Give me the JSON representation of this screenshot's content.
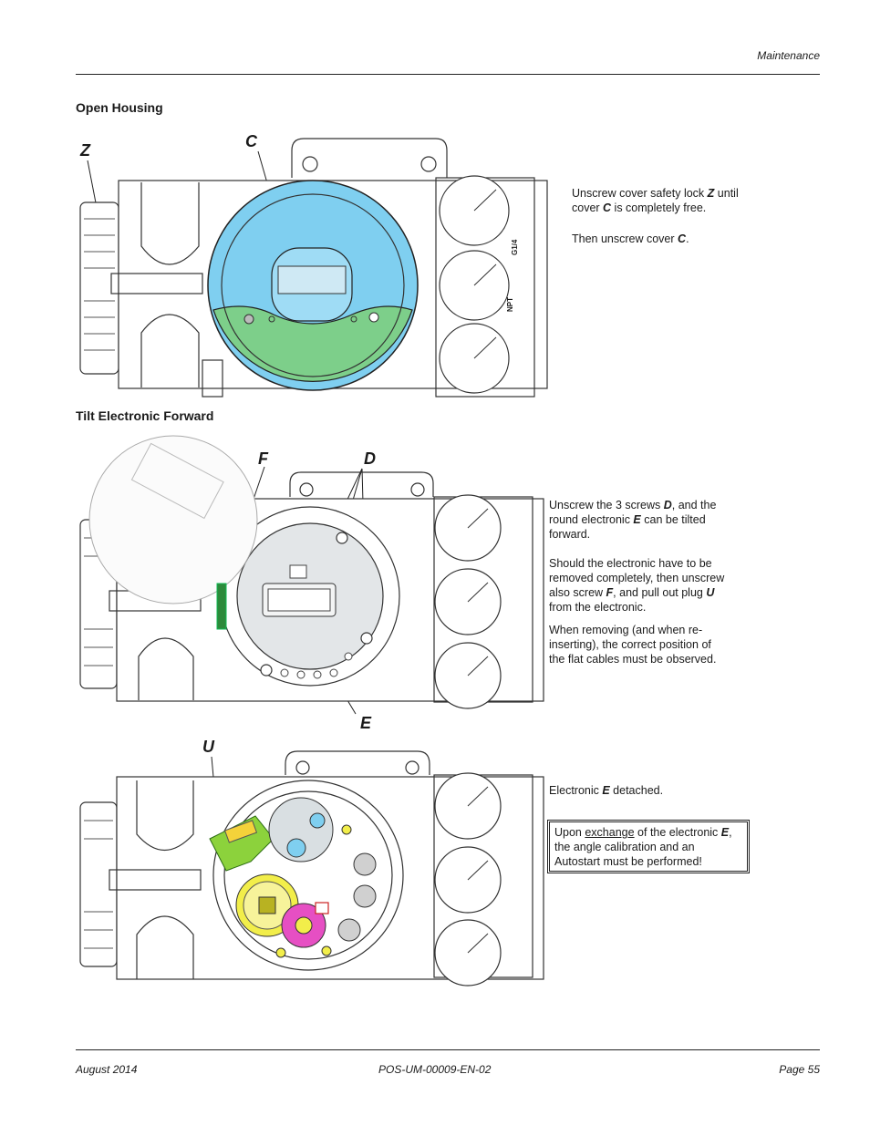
{
  "header": {
    "section": "Maintenance"
  },
  "steps": [
    {
      "heading": "Open Housing",
      "labels": {
        "z": "Z",
        "c": "C"
      },
      "text": [
        [
          "Unscrew cover safety lock ",
          "Z",
          " until"
        ],
        [
          "cover ",
          "C",
          " is completely free."
        ],
        [],
        [
          "Then unscrew cover ",
          "C",
          "."
        ]
      ]
    },
    {
      "heading": "Tilt Electronic Forward",
      "labels": {
        "f": "F",
        "d": "D",
        "e": "E"
      },
      "para1": {
        "l1a": "Unscrew the 3 screws ",
        "l1b": "D",
        "l1c": ", and the",
        "l2a": "round electronic ",
        "l2b": "E",
        "l2c": " can be tilted",
        "l3": "forward."
      },
      "para2": {
        "l1": "Should the electronic have to be",
        "l2": "removed completely, then unscrew",
        "l3a": "also screw ",
        "l3b": "F",
        "l3c": ", and pull out plug ",
        "l3d": "U",
        "l4": "from the electronic."
      },
      "para3": {
        "l1": "When removing (and when re-",
        "l2": "inserting), the correct position of",
        "l3": "the flat cables must be observed."
      }
    },
    {
      "labels": {
        "u": "U"
      },
      "detached": {
        "a": "Electronic ",
        "b": "E",
        "c": " detached."
      },
      "notice": {
        "a": "Upon ",
        "b": "exchange",
        "c": " of the electronic ",
        "d": "E",
        "e": ",",
        "l2": "the angle calibration and an",
        "l3": "Autostart must be performed!"
      }
    }
  ],
  "gauge_text": {
    "g14": "G1/4",
    "npt": "NPT"
  },
  "colors": {
    "cover": "#7fcff0",
    "cover_green": "#7dcf8a",
    "gear_yellow": "#f2ee4a",
    "gear_pink": "#e64fc3",
    "board_green": "#8cd23c"
  },
  "footer": {
    "date": "August 2014",
    "doc": "POS-UM-00009-EN-02",
    "page": "Page 55"
  }
}
